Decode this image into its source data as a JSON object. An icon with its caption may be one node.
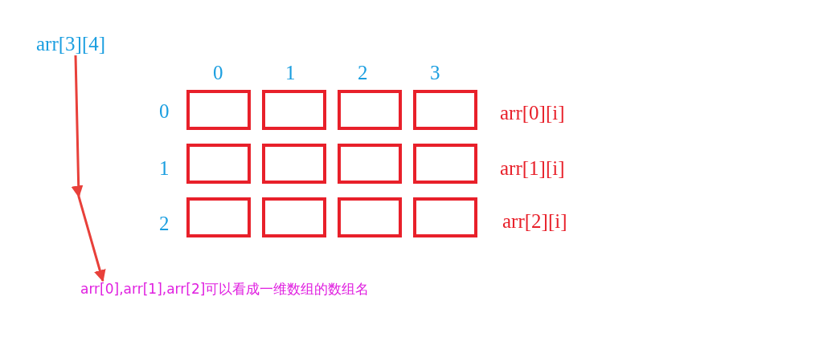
{
  "diagram": {
    "nodes": [
      {
        "text": [
          "arr[3][4]"
        ]
      },
      {
        "text": [],
        "shape": "box"
      },
      {
        "text": [],
        "shape": "box"
      },
      {
        "text": [],
        "shape": "box"
      },
      {
        "text": [],
        "shape": "box"
      },
      {
        "text": [],
        "shape": "box"
      },
      {
        "text": [],
        "shape": "box"
      },
      {
        "text": [],
        "shape": "box"
      },
      {
        "text": [],
        "shape": "box"
      },
      {
        "text": [],
        "shape": "box"
      },
      {
        "text": [],
        "shape": "box"
      },
      {
        "text": [],
        "shape": "box"
      },
      {
        "text": [],
        "shape": "box"
      },
      {
        "text": [
          "arr[0],arr[1],arr[2]可以看成一维数组的数组名"
        ]
      }
    ],
    "edges": [
      {
        "from": 0,
        "to": 13,
        "arrow": "to"
      }
    ],
    "labels": [
      "0",
      "1",
      "2",
      "3",
      "0",
      "arr[0][i]",
      "1",
      "arr[1][i]",
      "2",
      "arr[2][i]"
    ]
  }
}
